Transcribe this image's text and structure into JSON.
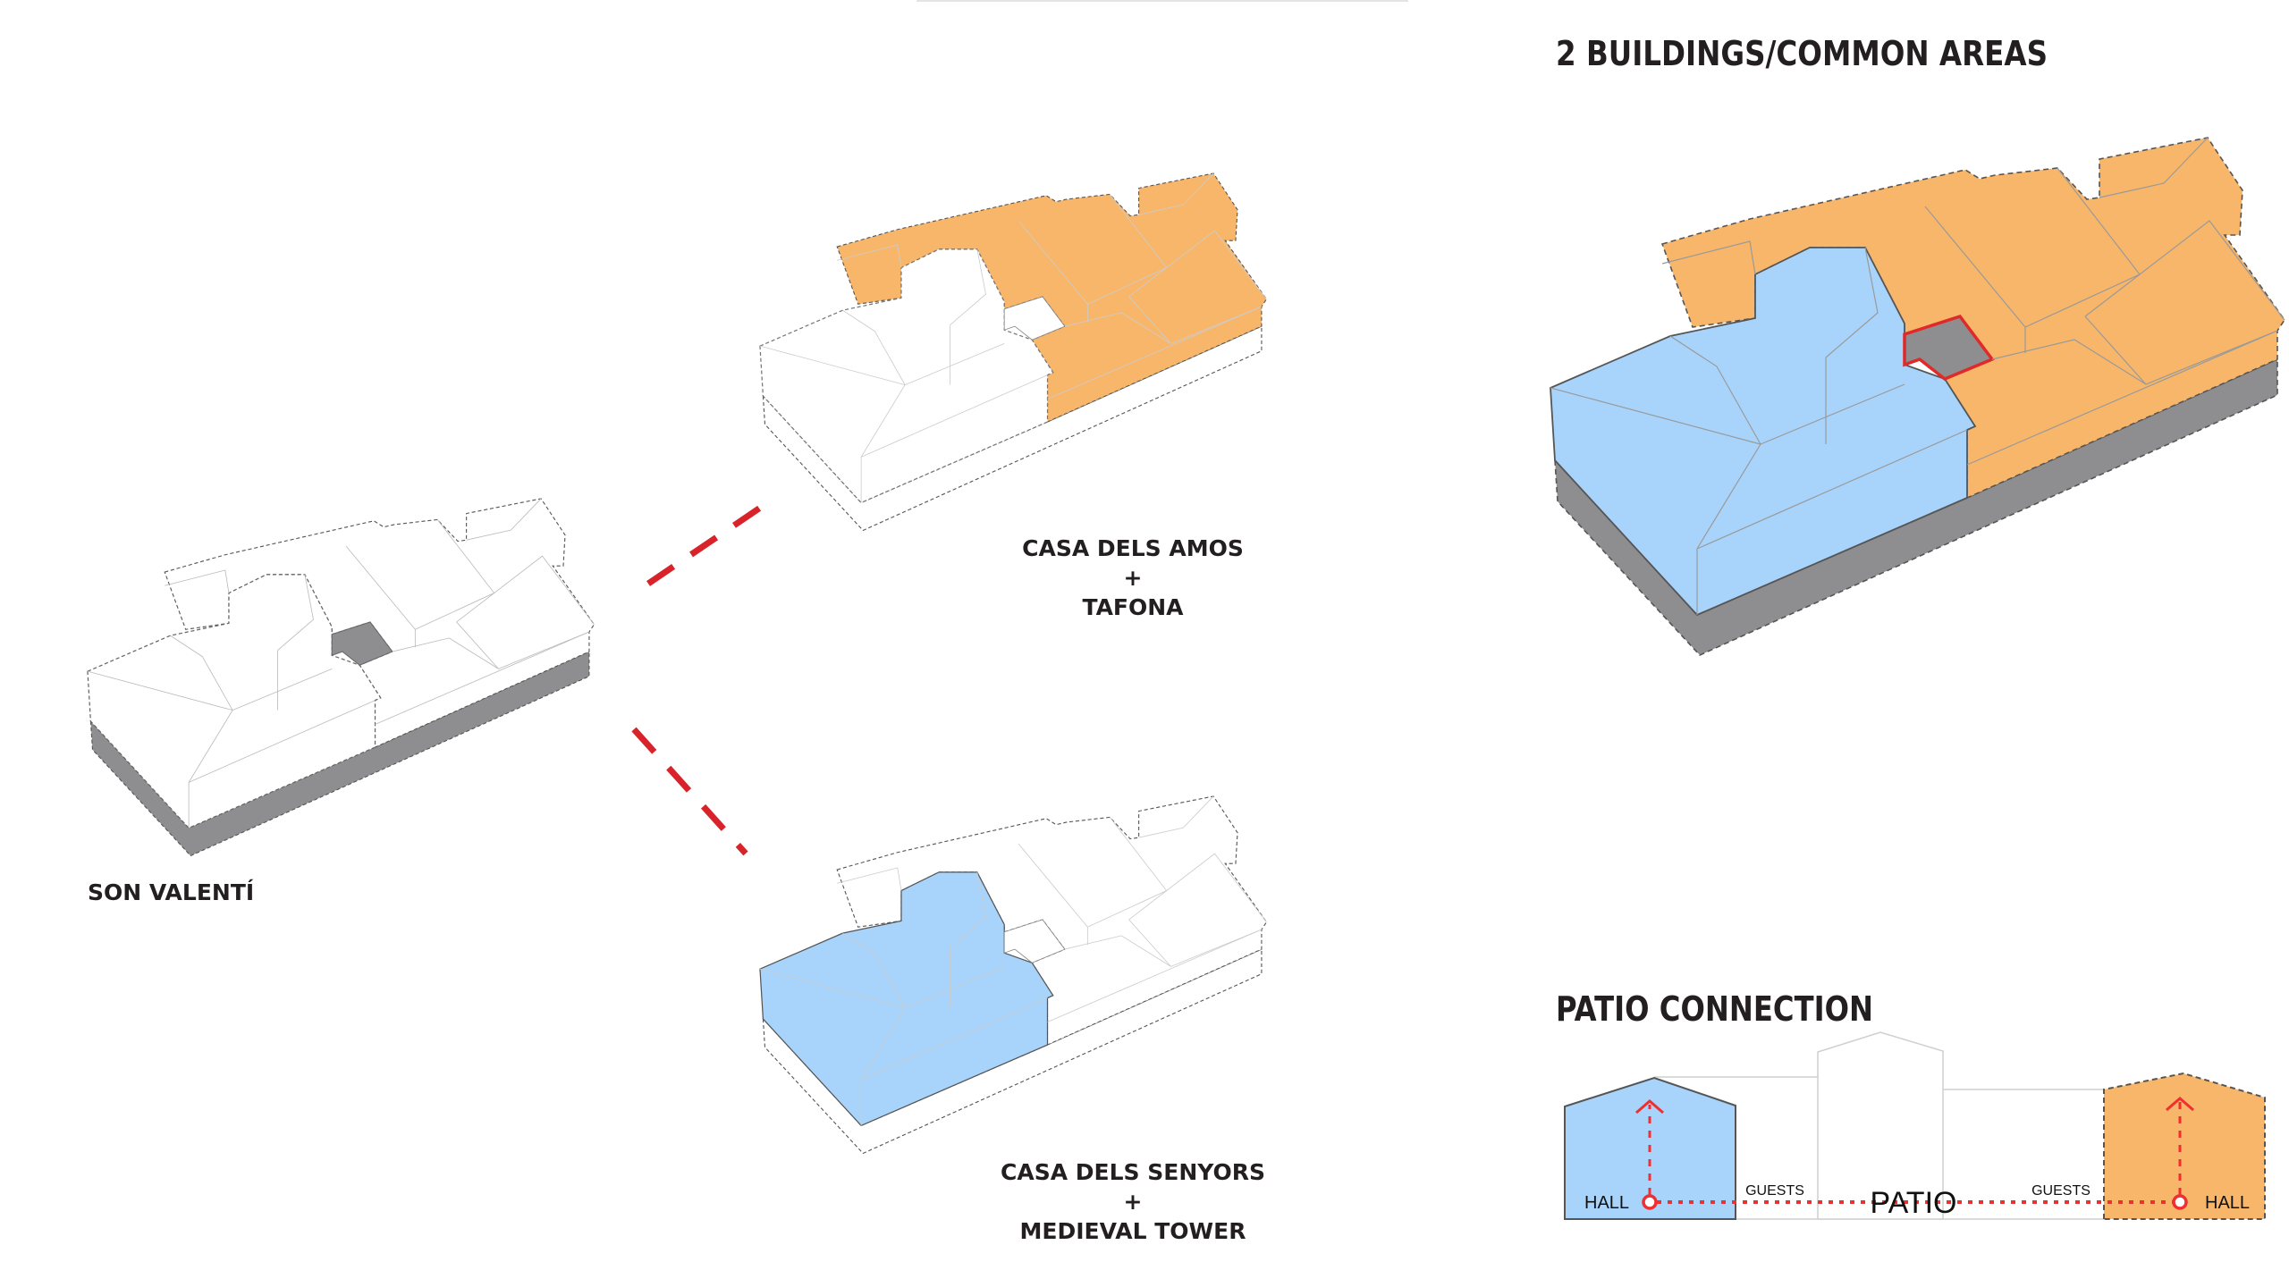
{
  "colors": {
    "blue": "#a8d4fc",
    "orange": "#f7b66a",
    "gray": "#8e8e90",
    "red": "#e02a2a",
    "text": "#231f20"
  },
  "headings": {
    "buildings": "2 BUILDINGS/COMMON AREAS",
    "patio": "PATIO CONNECTION"
  },
  "models": {
    "son_valenti": {
      "label": "SON VALENTÍ"
    },
    "casa_amos": {
      "line1": "CASA DELS AMOS",
      "plus": "+",
      "line2": "TAFONA"
    },
    "casa_senyors": {
      "line1": "CASA DELS SENYORS",
      "plus": "+",
      "line2": "MEDIEVAL TOWER"
    }
  },
  "patio_diagram": {
    "hall_left": "HALL",
    "guests_left": "GUESTS",
    "center": "PATIO",
    "guests_right": "GUESTS",
    "hall_right": "HALL"
  }
}
